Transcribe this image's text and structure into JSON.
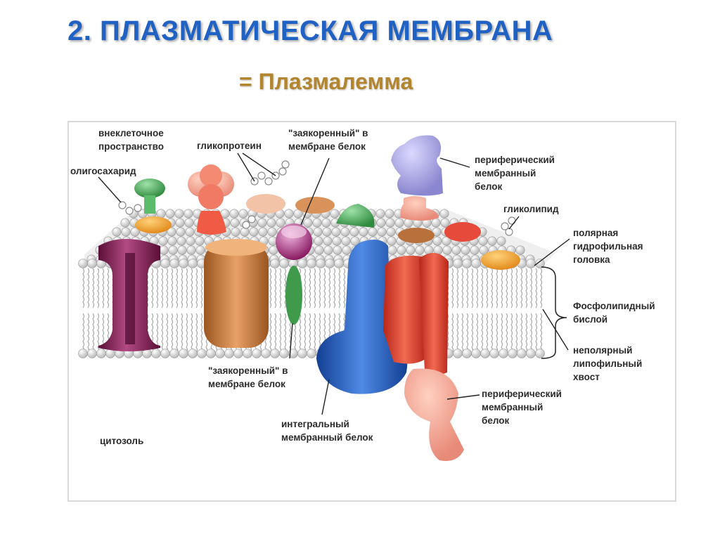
{
  "slide": {
    "title": "2. ПЛАЗМАТИЧЕСКАЯ МЕМБРАНА",
    "subtitle": "= Плазмалемма"
  },
  "labels": {
    "extracellular": [
      "внеклеточное",
      "пространство"
    ],
    "oligosaccharide": [
      "олигосахарид"
    ],
    "glycoprotein": [
      "гликопротеин"
    ],
    "anchored_top": [
      "\"заякоренный\" в",
      "мембране белок"
    ],
    "peripheral_top": [
      "периферический",
      "мембранный",
      "белок"
    ],
    "glycolipid": [
      "гликолипид"
    ],
    "polar_head": [
      "полярная",
      "гидрофильная",
      "головка"
    ],
    "bilayer": [
      "Фосфолипидный",
      "бислой"
    ],
    "nonpolar_tail": [
      "неполярный",
      "липофильный",
      "хвост"
    ],
    "anchored_bottom": [
      "\"заякоренный\" в",
      "мембране белок"
    ],
    "peripheral_bottom": [
      "периферический",
      "мембранный",
      "белок"
    ],
    "integral": [
      "интегральный",
      "мембранный белок"
    ],
    "cytosol": [
      "цитозоль"
    ]
  },
  "colors": {
    "title": "#1f62c4",
    "subtitle": "#b3852f",
    "lipid_head": "#e6e6e6",
    "purple_protein": "#7a1a4c",
    "brown_protein": "#c47a3c",
    "blue_protein": "#1c55b8",
    "red_protein": "#e0402c",
    "lavender_protein": "#a8a4e0",
    "green_protein": "#4caa5a",
    "salmon_protein": "#f2a08a"
  }
}
